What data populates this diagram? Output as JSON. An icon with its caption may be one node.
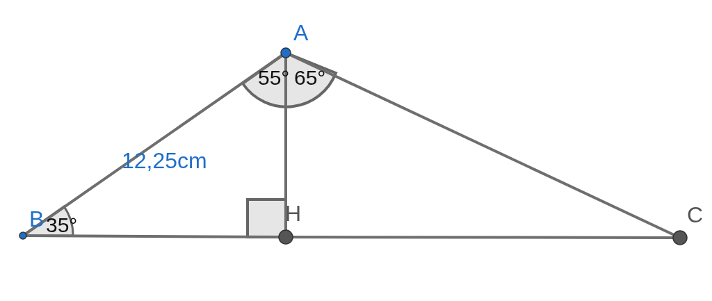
{
  "diagram": {
    "nodes": [
      {
        "text": [
          "A"
        ]
      },
      {
        "text": [
          "B"
        ]
      },
      {
        "text": [
          "H"
        ]
      },
      {
        "text": [
          "C"
        ]
      }
    ],
    "edges": [
      {
        "from": 0,
        "to": 1,
        "arrow": "none",
        "label": "12,25cm"
      },
      {
        "from": 0,
        "to": 3,
        "arrow": "none"
      },
      {
        "from": 1,
        "to": 2,
        "arrow": "none"
      },
      {
        "from": 2,
        "to": 3,
        "arrow": "none"
      },
      {
        "from": 0,
        "to": 2,
        "arrow": "none"
      }
    ],
    "labels": [
      "55°",
      "65°",
      "35°"
    ]
  }
}
